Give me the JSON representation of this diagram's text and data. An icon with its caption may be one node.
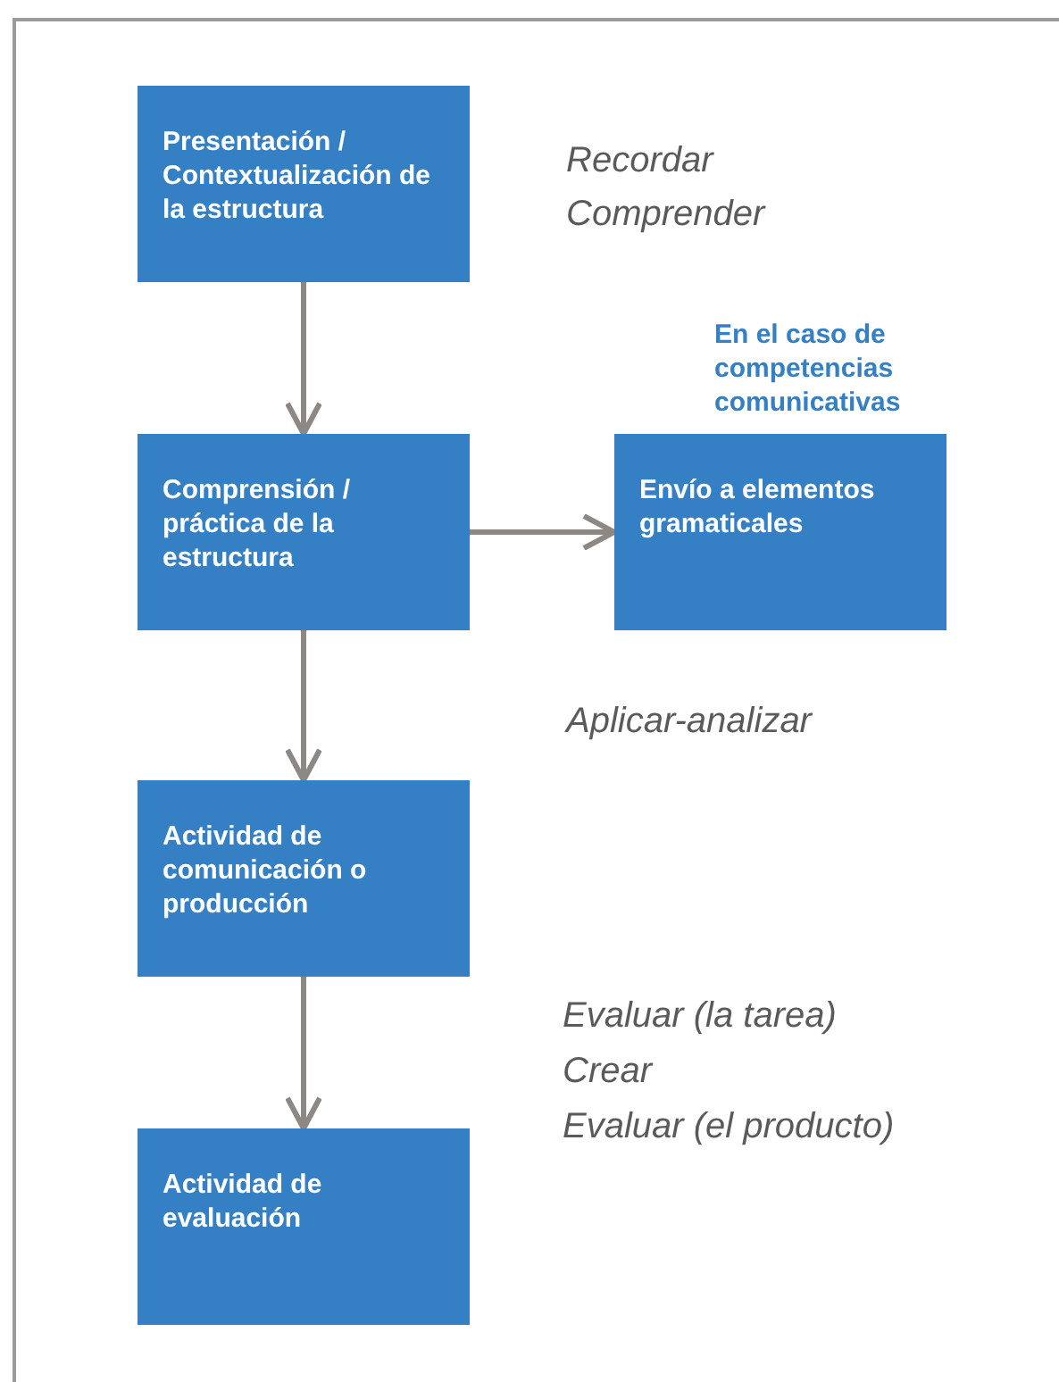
{
  "diagram": {
    "nodes": [
      {
        "text": [
          "Presentación / Contextualización de la estructura"
        ]
      },
      {
        "text": [
          "Comprensión / práctica de la estructura"
        ]
      },
      {
        "text": [
          "En el caso de competencias comunicativas",
          "Envío a elementos gramaticales"
        ]
      },
      {
        "text": [
          "Actividad de comunicación o producción"
        ]
      },
      {
        "text": [
          "Actividad de evaluación"
        ]
      }
    ],
    "edges": [
      {
        "from": 0,
        "to": 1,
        "arrow": "to"
      },
      {
        "from": 1,
        "to": 2,
        "arrow": "to"
      },
      {
        "from": 1,
        "to": 3,
        "arrow": "to"
      },
      {
        "from": 3,
        "to": 4,
        "arrow": "to"
      }
    ],
    "labels": [
      "Recordar",
      "Comprender",
      "Aplicar-analizar",
      "Evaluar (la tarea)",
      "Crear",
      "Evaluar (el producto)"
    ]
  }
}
